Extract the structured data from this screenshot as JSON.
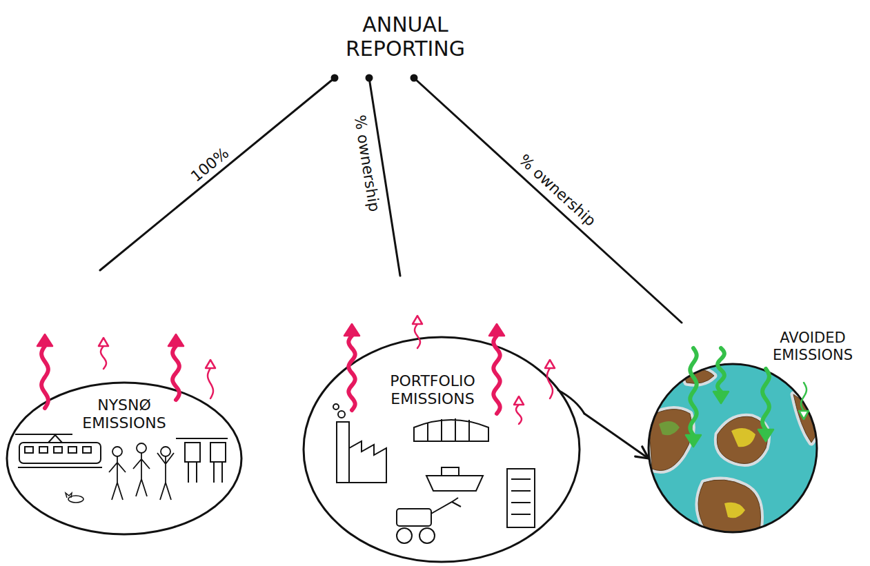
{
  "diagram": {
    "nodes": [
      {
        "text": [
          "ANNUAL REPORTING"
        ]
      },
      {
        "text": [
          "NYSNØ EMISSIONS"
        ]
      },
      {
        "text": [
          "PORTFOLIO EMISSIONS"
        ]
      },
      {
        "text": [
          "AVOIDED EMISSIONS"
        ]
      }
    ],
    "edges": [
      {
        "from": 0,
        "to": 1,
        "arrow": "none",
        "label": "100%"
      },
      {
        "from": 0,
        "to": 2,
        "arrow": "none",
        "label": "% ownership"
      },
      {
        "from": 0,
        "to": 3,
        "arrow": "none",
        "label": "% ownership"
      },
      {
        "from": 2,
        "to": 3,
        "arrow": "to"
      }
    ]
  }
}
